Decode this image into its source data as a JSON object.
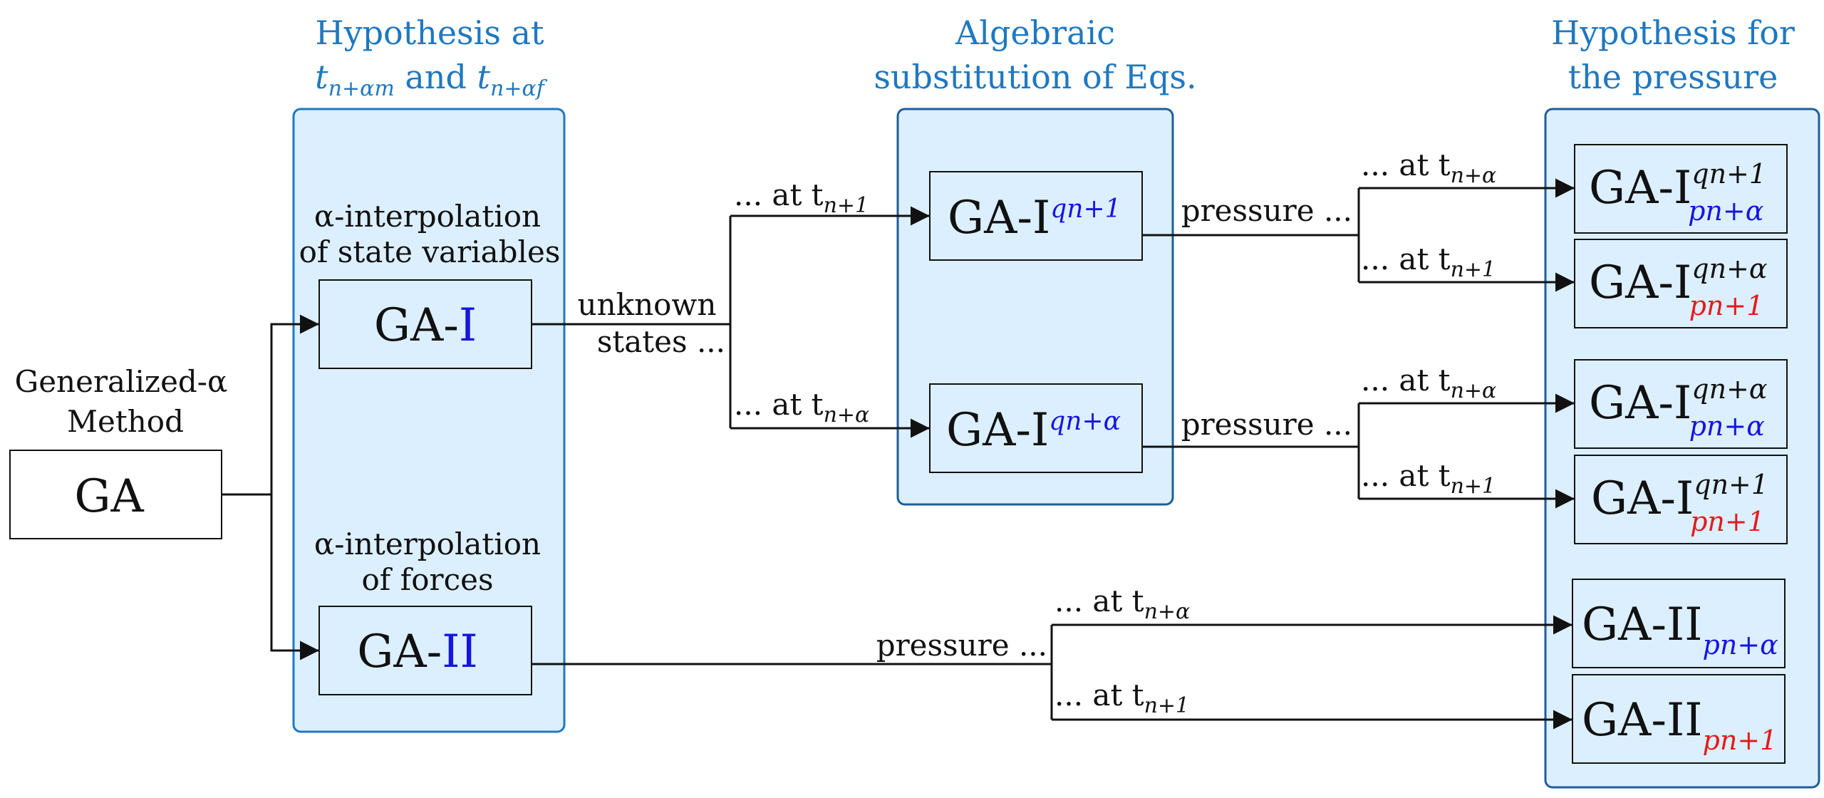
{
  "colors": {
    "group_fill": "#dcefff",
    "group_border": "#1f78c1",
    "title": "#1f78c1",
    "blue": "#1515e0",
    "red": "#e41a1c",
    "black": "#111111"
  },
  "method": {
    "title_line1": "Generalized-α",
    "title_line2": "Method",
    "box": "GA"
  },
  "groups": {
    "hypothesis_t": {
      "line1": "Hypothesis at",
      "line2_a": "t",
      "line2_a_sub": "n+αm",
      "line2_mid": " and ",
      "line2_b": "t",
      "line2_b_sub": "n+αf"
    },
    "algebraic": {
      "line1": "Algebraic",
      "line2": "substitution of Eqs."
    },
    "pressure": {
      "line1": "Hypothesis for",
      "line2": "the pressure"
    }
  },
  "interp": {
    "state_line1": "α-interpolation",
    "state_line2": "of state variables",
    "forces_line1": "α-interpolation",
    "forces_line2": "of forces"
  },
  "boxes": {
    "ga1": {
      "base": "GA-",
      "mark": "I"
    },
    "ga2": {
      "base": "GA-",
      "mark": "II"
    },
    "ga1_qn1": {
      "base": "GA-I",
      "sup": "qn+1"
    },
    "ga1_qna": {
      "base": "GA-I",
      "sup": "qn+α"
    }
  },
  "edges": {
    "unknown_line1": "unknown",
    "unknown_line2": "states ...",
    "at_n1": "... at t",
    "at_n1_sub": "n+1",
    "at_na": "... at t",
    "at_na_sub": "n+α",
    "pressure": "pressure ..."
  },
  "results": [
    {
      "base": "GA-I",
      "sup": "qn+1",
      "sub": "pn+α",
      "sub_color": "blue"
    },
    {
      "base": "GA-I",
      "sup": "qn+α",
      "sub": "pn+1",
      "sub_color": "red"
    },
    {
      "base": "GA-I",
      "sup": "qn+α",
      "sub": "pn+α",
      "sub_color": "blue"
    },
    {
      "base": "GA-I",
      "sup": "qn+1",
      "sub": "pn+1",
      "sub_color": "red"
    },
    {
      "base": "GA-II",
      "sup": "",
      "sub": "pn+α",
      "sub_color": "blue"
    },
    {
      "base": "GA-II",
      "sup": "",
      "sub": "pn+1",
      "sub_color": "red"
    }
  ]
}
